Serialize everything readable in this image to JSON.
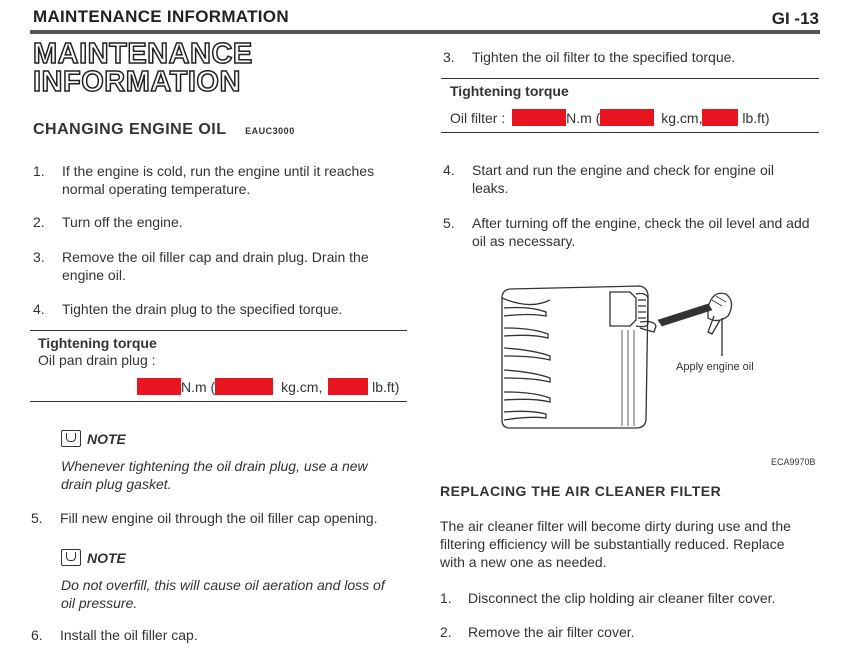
{
  "header": {
    "left": "MAINTENANCE INFORMATION",
    "right": "GI -13"
  },
  "title": {
    "line1": "MAINTENANCE",
    "line2": "INFORMATION"
  },
  "changing": {
    "title": "CHANGING ENGINE OIL",
    "code": "EAUC3000",
    "steps": [
      {
        "num": "1.",
        "line1": "If the engine is cold, run the engine until it reaches",
        "line2": "normal operating temperature."
      },
      {
        "num": "2.",
        "line1": "Turn off the engine."
      },
      {
        "num": "3.",
        "line1": "Remove the oil filler cap and drain plug.  Drain the",
        "line2": "engine oil."
      },
      {
        "num": "4.",
        "line1": "Tighten the drain plug to the specified torque."
      }
    ],
    "torque": {
      "title": "Tightening torque",
      "label": "Oil pan drain plug :",
      "u1": "N.m (",
      "u2": "kg.cm,",
      "u3": "lb.ft)"
    },
    "note1": {
      "label": "NOTE",
      "line1": "Whenever tightening the oil drain plug, use a new",
      "line2": "drain plug gasket."
    },
    "step5": {
      "num": "5.",
      "text": "Fill new engine oil through the oil filler cap opening."
    },
    "note2": {
      "label": "NOTE",
      "line1": "Do not overfill, this will cause oil aeration and loss of",
      "line2": "oil pressure."
    },
    "step6": {
      "num": "6.",
      "text": "Install the oil filler cap."
    }
  },
  "right": {
    "step3": {
      "num": "3.",
      "text": "Tighten the oil filter to the specified torque."
    },
    "torque": {
      "title": "Tightening torque",
      "label": "Oil filter :",
      "u1": "N.m (",
      "u2": "kg.cm,",
      "u3": "lb.ft)"
    },
    "step4": {
      "num": "4.",
      "line1": "Start and run the engine and check for engine oil",
      "line2": "leaks."
    },
    "step5": {
      "num": "5.",
      "line1": "After turning off the engine, check the oil level and add",
      "line2": "oil as necessary."
    },
    "figure": {
      "caption": "Apply engine oil",
      "code": "ECA9970B"
    }
  },
  "air": {
    "title": "REPLACING THE AIR CLEANER FILTER",
    "intro1": "The air cleaner filter will become dirty during use and the",
    "intro2": "filtering efficiency will be substantially reduced.  Replace",
    "intro3": "with a new one as needed.",
    "step1": {
      "num": "1.",
      "text": "Disconnect the clip holding air cleaner filter cover."
    },
    "step2": {
      "num": "2.",
      "text": "Remove the air filter cover."
    }
  },
  "colors": {
    "redaction": "#e8141f"
  }
}
